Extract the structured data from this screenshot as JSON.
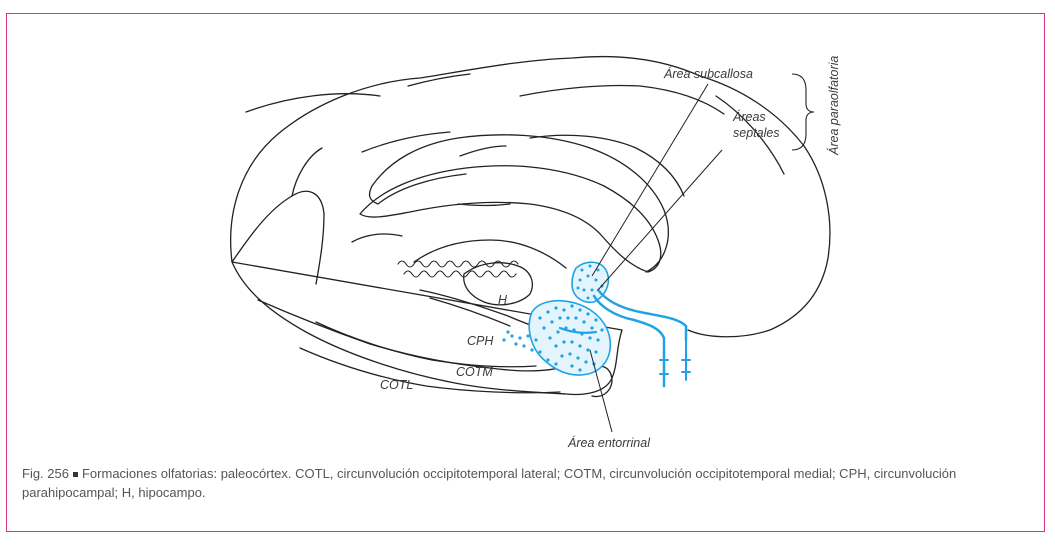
{
  "labels": {
    "area_subcallosa": "Área subcallosa",
    "areas": "Áreas",
    "septales": "septales",
    "area_paraolfatoria": "Área paraolfatoria",
    "h": "H",
    "cph": "CPH",
    "cotm": "COTM",
    "cotl": "COTL",
    "area_entorrinal": "Área entorrinal"
  },
  "caption": {
    "number": "Fig. 256",
    "text": "Formaciones olfatorias: paleocórtex. COTL, circunvolución occipitotemporal lateral; COTM, circunvolución occipitotemporal medial; CPH, circunvolución parahipocampal; H, hipocampo."
  },
  "colors": {
    "frame": "#d4358a",
    "highlight": "#1ea4e6",
    "outline": "#222222"
  }
}
